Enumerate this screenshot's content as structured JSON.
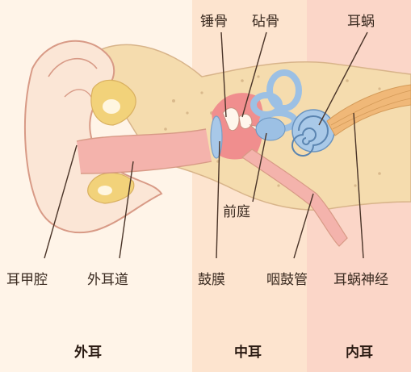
{
  "colors": {
    "zone_outer": "#fff4e8",
    "zone_middle": "#fde4cf",
    "zone_inner": "#fbd6c8",
    "skin": "#fbe6d6",
    "skin_outline": "#d89a86",
    "bone": "#f5dcae",
    "bone_dots": "#d9b98c",
    "cartilage": "#f2d27a",
    "canal_pink": "#f4b3ac",
    "cavity": "#f08e8e",
    "drum_blue": "#a8c8e8",
    "labyrinth": "#9cc0e4",
    "nerve": "#f0b878"
  },
  "labels": {
    "malleus": "锤骨",
    "incus": "砧骨",
    "cochlea": "耳蜗",
    "concha": "耳甲腔",
    "ear_canal": "外耳道",
    "vestibule": "前庭",
    "eardrum": "鼓膜",
    "eustachian_tube": "咽鼓管",
    "cochlear_nerve": "耳蜗神经"
  },
  "sections": {
    "outer": "外耳",
    "middle": "中耳",
    "inner": "内耳"
  }
}
